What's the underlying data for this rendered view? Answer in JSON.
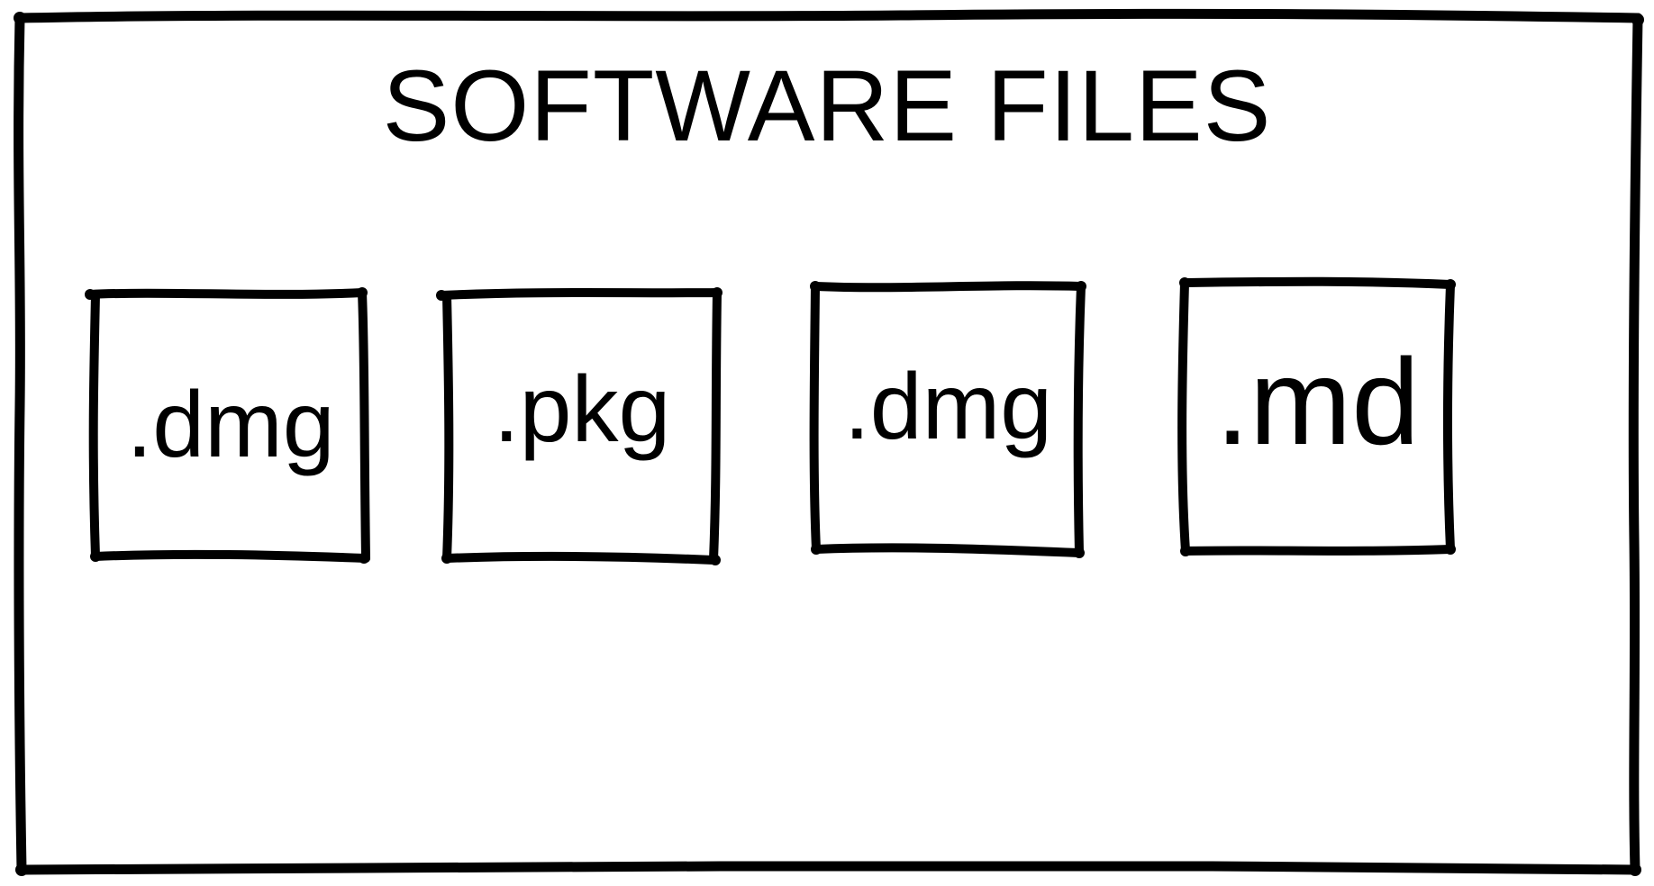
{
  "diagram": {
    "title": "SOFTWARE FILES",
    "files": [
      {
        "label": ".dmg"
      },
      {
        "label": ".pkg"
      },
      {
        "label": ".dmg"
      },
      {
        "label": ".md"
      }
    ]
  },
  "colors": {
    "ink": "#000000",
    "background": "#ffffff"
  }
}
